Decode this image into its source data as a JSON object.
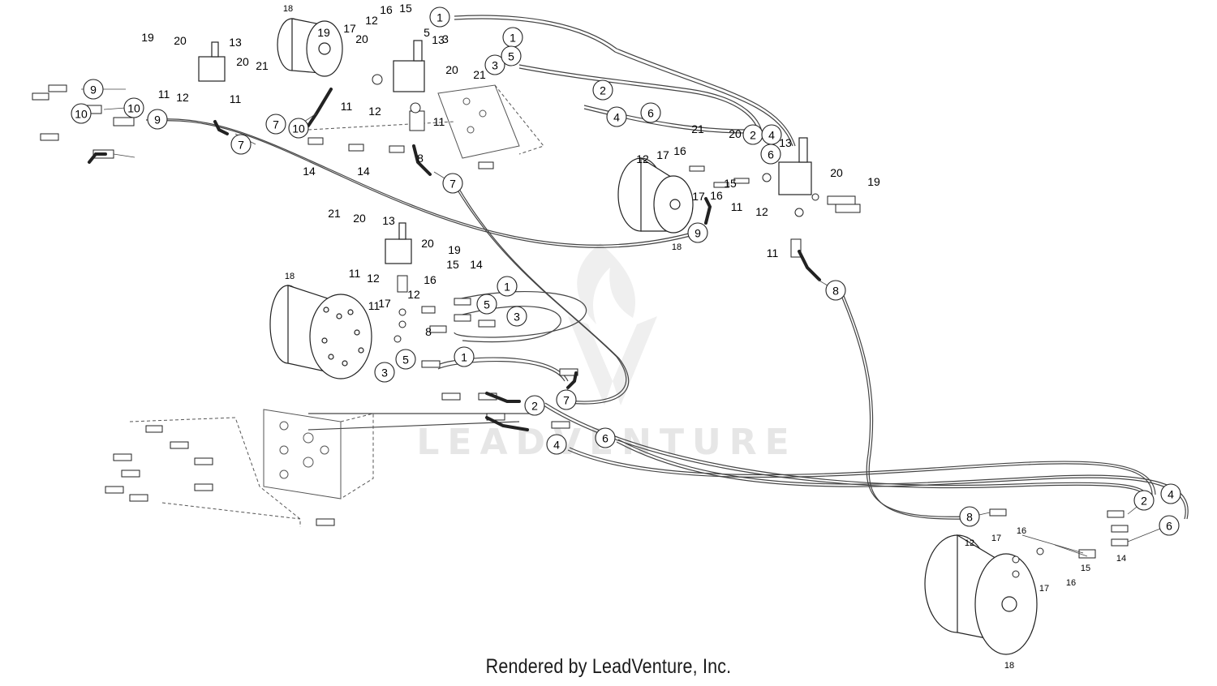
{
  "footer": {
    "text": "Rendered by LeadVenture, Inc."
  },
  "watermark": {
    "text": "LEADVENTURE"
  },
  "colors": {
    "line": "#222222",
    "hose": "#555555",
    "watermark": "#e6e6e6",
    "background": "#ffffff"
  },
  "callouts": [
    {
      "n": "1"
    },
    {
      "n": "1"
    },
    {
      "n": "3"
    },
    {
      "n": "5"
    },
    {
      "n": "2"
    },
    {
      "n": "6"
    },
    {
      "n": "4"
    },
    {
      "n": "9"
    },
    {
      "n": "10"
    },
    {
      "n": "10"
    },
    {
      "n": "9"
    },
    {
      "n": "7"
    },
    {
      "n": "7"
    },
    {
      "n": "10"
    },
    {
      "n": "7"
    },
    {
      "n": "2"
    },
    {
      "n": "4"
    },
    {
      "n": "6"
    },
    {
      "n": "9"
    },
    {
      "n": "8"
    },
    {
      "n": "1"
    },
    {
      "n": "5"
    },
    {
      "n": "3"
    },
    {
      "n": "1"
    },
    {
      "n": "5"
    },
    {
      "n": "3"
    },
    {
      "n": "2"
    },
    {
      "n": "7"
    },
    {
      "n": "4"
    },
    {
      "n": "6"
    },
    {
      "n": "2"
    },
    {
      "n": "4"
    },
    {
      "n": "6"
    },
    {
      "n": "8"
    }
  ],
  "labels": [
    {
      "t": "18"
    },
    {
      "t": "19"
    },
    {
      "t": "17"
    },
    {
      "t": "12"
    },
    {
      "t": "16"
    },
    {
      "t": "15"
    },
    {
      "t": "5"
    },
    {
      "t": "20"
    },
    {
      "t": "13"
    },
    {
      "t": "3"
    },
    {
      "t": "19"
    },
    {
      "t": "20"
    },
    {
      "t": "13"
    },
    {
      "t": "20"
    },
    {
      "t": "21"
    },
    {
      "t": "11"
    },
    {
      "t": "12"
    },
    {
      "t": "11"
    },
    {
      "t": "20"
    },
    {
      "t": "21"
    },
    {
      "t": "11"
    },
    {
      "t": "12"
    },
    {
      "t": "11"
    },
    {
      "t": "8"
    },
    {
      "t": "14"
    },
    {
      "t": "14"
    },
    {
      "t": "21"
    },
    {
      "t": "20"
    },
    {
      "t": "12"
    },
    {
      "t": "17"
    },
    {
      "t": "16"
    },
    {
      "t": "13"
    },
    {
      "t": "15"
    },
    {
      "t": "17"
    },
    {
      "t": "16"
    },
    {
      "t": "11"
    },
    {
      "t": "20"
    },
    {
      "t": "19"
    },
    {
      "t": "12"
    },
    {
      "t": "18"
    },
    {
      "t": "11"
    },
    {
      "t": "21"
    },
    {
      "t": "20"
    },
    {
      "t": "13"
    },
    {
      "t": "20"
    },
    {
      "t": "19"
    },
    {
      "t": "15"
    },
    {
      "t": "11"
    },
    {
      "t": "12"
    },
    {
      "t": "14"
    },
    {
      "t": "16"
    },
    {
      "t": "18"
    },
    {
      "t": "17"
    },
    {
      "t": "12"
    },
    {
      "t": "11"
    },
    {
      "t": "8"
    },
    {
      "t": "12"
    },
    {
      "t": "17"
    },
    {
      "t": "16"
    },
    {
      "t": "15"
    },
    {
      "t": "14"
    },
    {
      "t": "17"
    },
    {
      "t": "16"
    },
    {
      "t": "18"
    }
  ]
}
